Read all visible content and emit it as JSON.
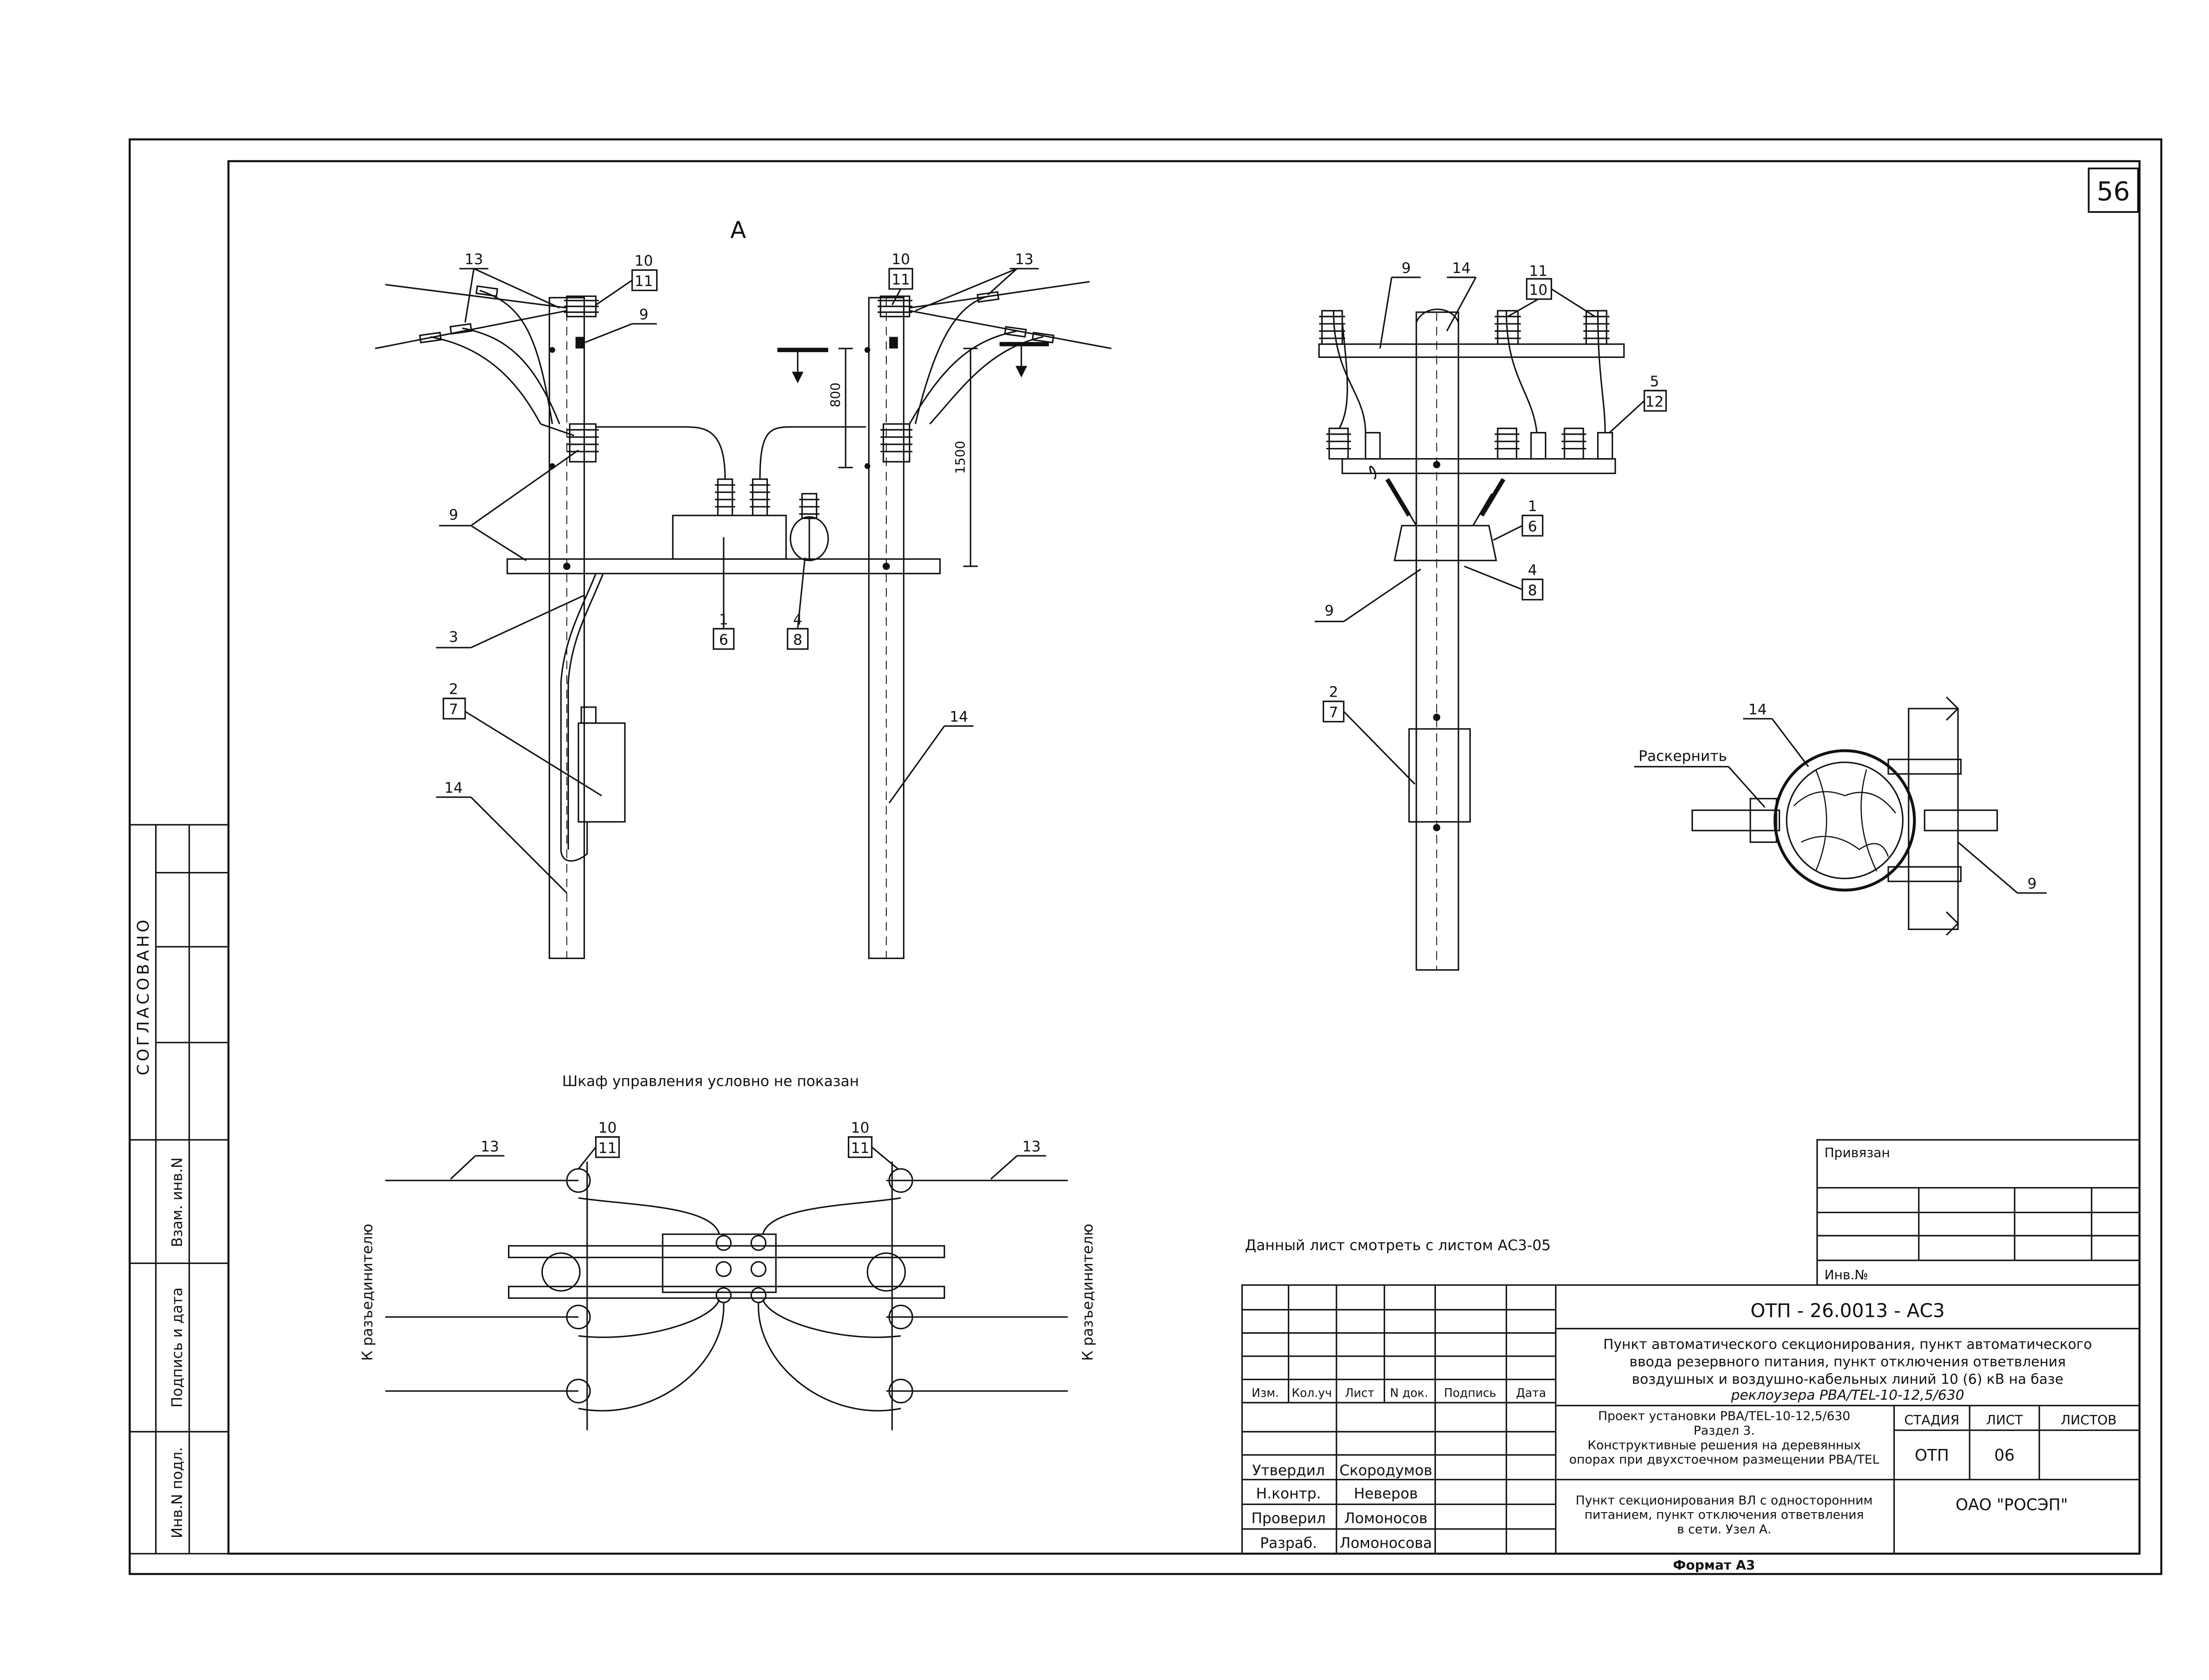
{
  "sheet_number": "56",
  "view_label": "А",
  "callouts": {
    "c1": "1",
    "c2": "2",
    "c3": "3",
    "c4": "4",
    "c5": "5",
    "c6": "6",
    "c7": "7",
    "c8": "8",
    "c9": "9",
    "c10": "10",
    "c11": "11",
    "c12": "12",
    "c13": "13",
    "c14": "14"
  },
  "dimensions": {
    "d800": "800",
    "d1500": "1500"
  },
  "notes": {
    "cabinet_note": "Шкаф управления условно не показан",
    "see_sheet": "Данный лист смотреть с листом АС3-05",
    "brace": "Раскернить",
    "to_disconnector": "К разъединителю"
  },
  "left_strip": {
    "approved": "СОГЛАСОВАНО",
    "replace_inv": "Взам. инв.N",
    "sign_date": "Подпись и дата",
    "inv_orig": "Инв.N подл."
  },
  "binding": {
    "title": "Привязан",
    "inv_no": "Инв.№"
  },
  "title_block": {
    "code": "ОТП - 26.0013 - АС3",
    "description": [
      "Пункт автоматического секционирования, пункт автоматического",
      "ввода резервного питания, пункт отключения ответвления",
      "воздушных и воздушно-кабельных линий 10 (6) кВ на базе",
      "реклоузера РВА/TEL-10-12,5/630"
    ],
    "project": [
      "Проект установки РВА/TEL-10-12,5/630",
      "Раздел 3.",
      "Конструктивные решения на деревянных",
      "опорах при двухстоечном размещении РВА/TEL"
    ],
    "sheet_name": [
      "Пункт секционирования ВЛ с односторонним",
      "питанием, пункт отключения ответвления",
      "в сети. Узел А."
    ],
    "col_headers": [
      "Изм.",
      "Кол.уч",
      "Лист",
      "N док.",
      "Подпись",
      "Дата"
    ],
    "stage_label": "СТАДИЯ",
    "sheet_label": "ЛИСТ",
    "sheets_label": "ЛИСТОВ",
    "stage": "ОТП",
    "sheet": "06",
    "sheets": "",
    "org": "ОАО \"РОСЭП\"",
    "roles": [
      {
        "role": "Утвердил",
        "name": "Скородумов"
      },
      {
        "role": "Н.контр.",
        "name": "Неверов"
      },
      {
        "role": "Проверил",
        "name": "Ломоносов"
      },
      {
        "role": "Разраб.",
        "name": "Ломоносова"
      }
    ]
  },
  "format": "Формат А3"
}
